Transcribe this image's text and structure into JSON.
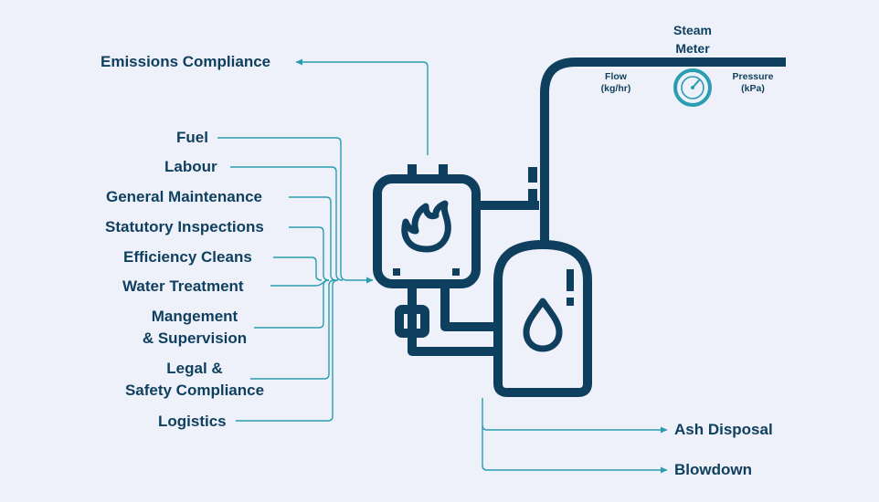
{
  "inputs": {
    "emissions": "Emissions Compliance",
    "fuel": "Fuel",
    "labour": "Labour",
    "general_maintenance": "General Maintenance",
    "statutory_inspections": "Statutory Inspections",
    "efficiency_cleans": "Efficiency Cleans",
    "water_treatment": "Water Treatment",
    "management_line1": "Mangement",
    "management_line2": "& Supervision",
    "legal_line1": "Legal &",
    "legal_line2": "Safety Compliance",
    "logistics": "Logistics"
  },
  "outputs": {
    "ash_disposal": "Ash Disposal",
    "blowdown": "Blowdown"
  },
  "steam_meter": {
    "title_line1": "Steam",
    "title_line2": "Meter",
    "flow_line1": "Flow",
    "flow_line2": "(kg/hr)",
    "pressure_line1": "Pressure",
    "pressure_line2": "(kPa)"
  },
  "colors": {
    "background": "#eef1f9",
    "dark_navy": "#0f3f5e",
    "connector_teal": "#2a9db0"
  },
  "icons": [
    "flame-icon",
    "water-drop-icon",
    "pressure-gauge-icon"
  ]
}
